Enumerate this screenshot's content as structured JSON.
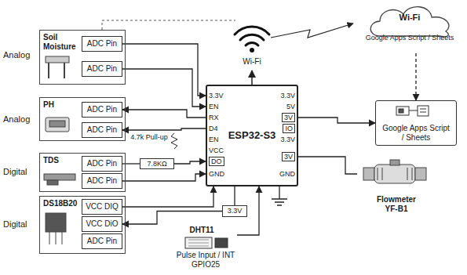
{
  "diagram": {
    "nodes": [
      {
        "text": [
          "Soil Moisture"
        ]
      },
      {
        "text": [
          "ADC Pin"
        ],
        "in": 0
      },
      {
        "text": [
          "ADC Pin"
        ],
        "in": 0
      },
      {
        "text": [
          "PH"
        ]
      },
      {
        "text": [
          "ADC Pin"
        ],
        "in": 3
      },
      {
        "text": [
          "ADC Pin"
        ],
        "in": 3
      },
      {
        "text": [
          "TDS"
        ]
      },
      {
        "text": [
          "ADC Pin"
        ],
        "in": 6
      },
      {
        "text": [
          "ADC Pin"
        ],
        "in": 6
      },
      {
        "text": [
          "DS18B20"
        ]
      },
      {
        "text": [
          "VCC DIQ"
        ],
        "in": 9
      },
      {
        "text": [
          "VCC DiO"
        ],
        "in": 9
      },
      {
        "text": [
          "ADC Pin"
        ],
        "in": 9
      },
      {
        "text": [
          "ESP32-S3"
        ]
      },
      {
        "text": [
          "Wi-Fi",
          "Google Apps Script / Sheets"
        ]
      },
      {
        "text": [
          "Google Apps Script / Sheets"
        ]
      },
      {
        "text": [
          "Flowmeter YF-B1"
        ]
      },
      {
        "text": [
          "DHT11"
        ]
      },
      {
        "text": [
          "3.3V"
        ]
      },
      {
        "text": [
          "7.8KΩ"
        ]
      }
    ],
    "edges": [
      {
        "from": 1,
        "to": 13,
        "arrow": "to"
      },
      {
        "from": 2,
        "to": 13,
        "arrow": "to"
      },
      {
        "from": 13,
        "to": 4,
        "arrow": "to"
      },
      {
        "from": 13,
        "to": 5,
        "arrow": "to"
      },
      {
        "from": 7,
        "to": 19,
        "arrow": "none"
      },
      {
        "from": 19,
        "to": 13,
        "arrow": "to"
      },
      {
        "from": 8,
        "to": 13,
        "arrow": "to"
      },
      {
        "from": 18,
        "to": 11,
        "arrow": "to"
      },
      {
        "from": 13,
        "to": 18,
        "arrow": "none"
      },
      {
        "from": 10,
        "to": 13,
        "arrow": "to"
      },
      {
        "from": 17,
        "to": 13,
        "arrow": "to"
      },
      {
        "from": 13,
        "to": 15,
        "arrow": "to"
      },
      {
        "from": 13,
        "to": 16,
        "arrow": "none"
      },
      {
        "from": 14,
        "to": 15,
        "arrow": "to"
      }
    ],
    "labels": [
      "Analog",
      "Analog",
      "Digital",
      "Digital",
      "Wi-Fi",
      "4.7k Pull-up",
      "Pulse Input / INT GPIO25",
      "3.3V",
      "EN",
      "RX",
      "D4",
      "EN",
      "VCC",
      "DO",
      "GND",
      "3.3V",
      "5V",
      "3V",
      "IO",
      "3.3V",
      "3V",
      "GND"
    ]
  }
}
